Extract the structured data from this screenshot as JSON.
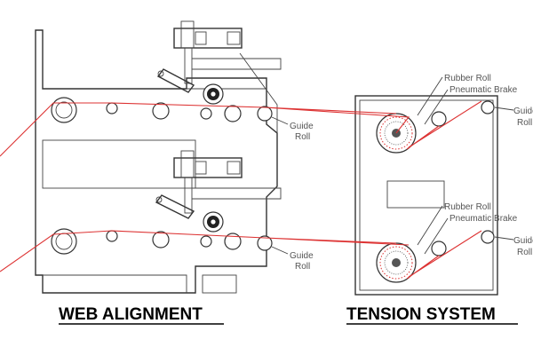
{
  "titles": {
    "left": "WEB ALIGNMENT",
    "right": "TENSION SYSTEM"
  },
  "labels": {
    "guide": "Guide",
    "roll": "Roll",
    "rubber_roll": "Rubber Roll",
    "pneumatic_brake": "Pneumatic Brake"
  },
  "colors": {
    "web": "#dd3333",
    "line": "#333333",
    "label": "#555555"
  }
}
